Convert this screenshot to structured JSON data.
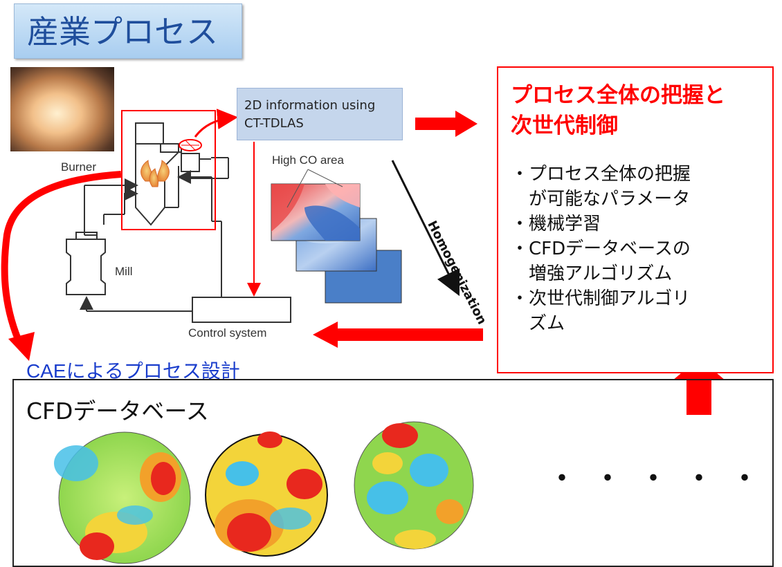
{
  "title": "産業プロセス",
  "diagram": {
    "burner_label": "Burner",
    "mill_label": "Mill",
    "control_label": "Control system",
    "info_line1": "2D information using",
    "info_line2": "CT-TDLAS",
    "high_co_label": "High CO area",
    "homogenization_label": "Homogenization"
  },
  "right_panel": {
    "title_line1": "プロセス全体の把握と",
    "title_line2": "次世代制御",
    "items": [
      "・プロセス全体の把握",
      "　が可能なパラメータ",
      "・機械学習",
      "・CFDデータベースの",
      "　増強アルゴリズム",
      "・次世代制御アルゴリ",
      "　ズム"
    ]
  },
  "cae_label": "CAEによるプロセス設計",
  "cfd": {
    "title": "CFDデータベース",
    "dots": "・・・・・"
  },
  "colors": {
    "arrow_red": "#ff0000",
    "title_blue": "#1f4e9c",
    "cae_blue": "#1a3dcc",
    "panel_blue": "#4a7fc8"
  }
}
